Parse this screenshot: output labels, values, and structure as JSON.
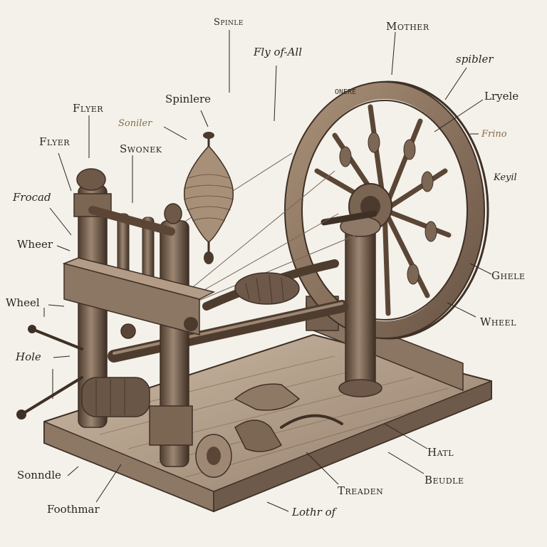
{
  "labels": {
    "spinle": "Spinle",
    "mother": "Mother",
    "fly_of_all": "Fly of-All",
    "spibler": "spibler",
    "spinlere": "Spinlere",
    "lryele": "Lryele",
    "flyer_top": "Flyer",
    "frino": "Frino",
    "sonler": "Soniler",
    "flyer_left": "Flyer",
    "swonek": "Swonek",
    "keyil": "Keyil",
    "frocad": "Frocad",
    "wheer": "Wheer",
    "ghele": "Ghele",
    "wheel_left": "Wheel",
    "wheel_right": "Wheel",
    "hole": "Hole",
    "hatl": "Hatl",
    "beudle": "Beudle",
    "sonndle": "Sonndle",
    "treaden": "Treaden",
    "foothmar": "Foothmar",
    "lothr_of": "Lothr of"
  },
  "wheel_rim_text": "ONERE",
  "colors": {
    "background": "#f3f1ea",
    "ink": "#2a2420",
    "wood_dark": "#5b4636",
    "wood_mid": "#8a7462",
    "wood_light": "#c9b8a4",
    "accent_label": "#8a6a48"
  },
  "icons": [
    "spinning-wheel-illustration"
  ]
}
